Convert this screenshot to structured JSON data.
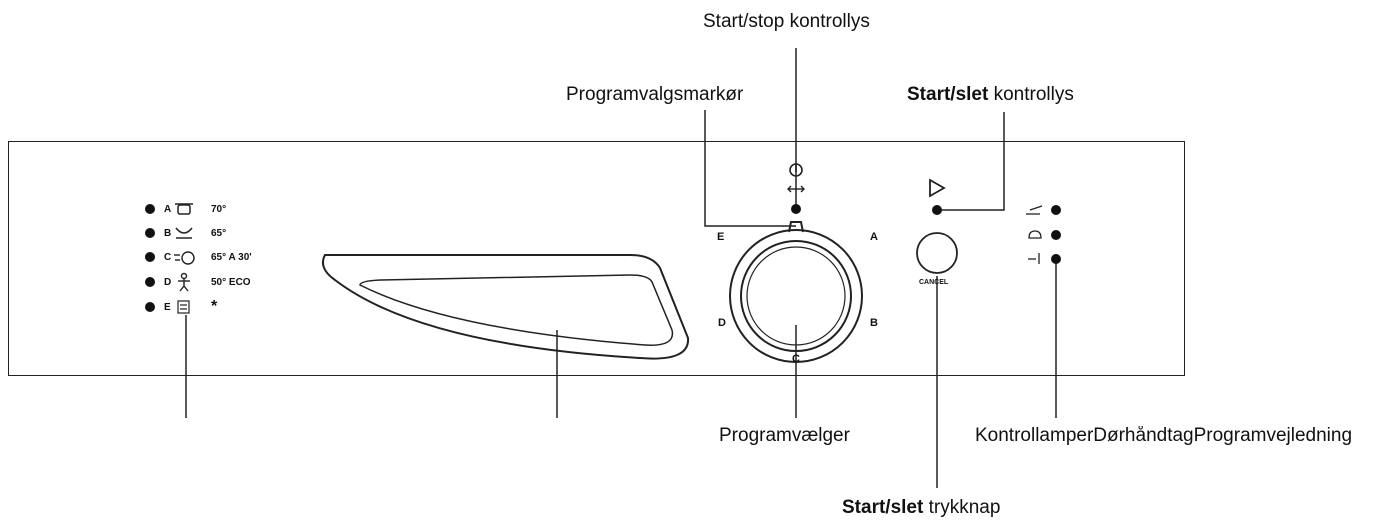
{
  "labels": {
    "start_stop_light": "Start/stop kontrollys",
    "program_marker": "Programvalgsmarkør",
    "start_cancel_light_bold": "Start/slet",
    "start_cancel_light_rest": " kontrollys",
    "program_selector": "Programvælger",
    "indicator_row": "KontrollamperDørhåndtagProgramvejledning",
    "start_cancel_button_bold": "Start/slet",
    "start_cancel_button_rest": " trykknap"
  },
  "program_guide": [
    {
      "letter": "A",
      "icon": "pot-icon",
      "temp": "70°"
    },
    {
      "letter": "B",
      "icon": "bowl-icon",
      "temp": "65°"
    },
    {
      "letter": "C",
      "icon": "quick-clock-icon",
      "temp": "65° A 30'"
    },
    {
      "letter": "D",
      "icon": "eco-figure-icon",
      "temp": "50° ECO"
    },
    {
      "letter": "E",
      "icon": "rinse-icon",
      "temp": "*"
    }
  ],
  "dial": {
    "top": "E",
    "right_top": "A",
    "left": "D",
    "right": "B",
    "bottom": "C"
  },
  "cancel_button_label": "CANCEL",
  "indicator_icons": [
    "salt-icon",
    "glove-icon",
    "rinse-aid-icon"
  ]
}
